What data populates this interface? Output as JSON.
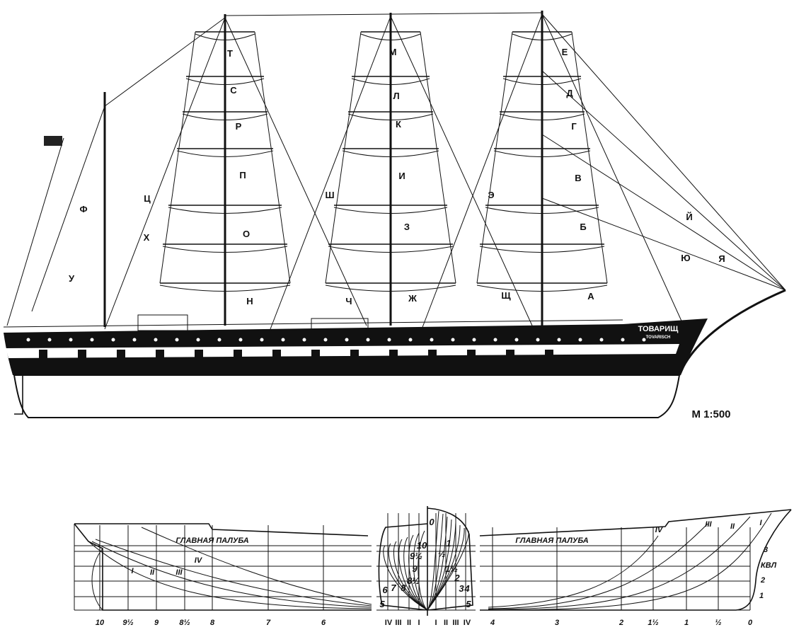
{
  "ship": {
    "name": "ТОВАРИЩ",
    "name_sub": "TOVARISCH",
    "scale": "М 1:500"
  },
  "sails": [
    "Т",
    "С",
    "Р",
    "П",
    "Ц",
    "Х",
    "О",
    "Н",
    "Ф",
    "У",
    "М",
    "Л",
    "К",
    "И",
    "Ш",
    "З",
    "Ч",
    "Ж",
    "Щ",
    "Е",
    "Д",
    "Г",
    "В",
    "Э",
    "Б",
    "Й",
    "Ю",
    "Я",
    "А"
  ],
  "lines_plan": {
    "deck_label_left": "ГЛАВНАЯ ПАЛУБА",
    "deck_label_right": "ГЛАВНАЯ ПАЛУБА",
    "stations_aft": [
      "10",
      "9½",
      "9",
      "8½",
      "8",
      "7",
      "6"
    ],
    "stations_fwd": [
      "4",
      "3",
      "2",
      "1½",
      "1",
      "½",
      "0"
    ],
    "buttocks_aft_body": [
      "IV",
      "III",
      "II",
      "I"
    ],
    "buttocks_fwd_body": [
      "I",
      "II",
      "III",
      "IV"
    ],
    "buttocks_profile_aft": [
      "I",
      "II",
      "III",
      "IV"
    ],
    "buttocks_profile_fwd": [
      "IV",
      "III",
      "II",
      "I"
    ],
    "waterlines": [
      "3",
      "КВЛ",
      "2",
      "1"
    ],
    "body_stations_aft": [
      "10",
      "9½",
      "9",
      "8½",
      "8",
      "7",
      "6",
      "5"
    ],
    "body_stations_fwd": [
      "0",
      "½",
      "1",
      "1½",
      "2",
      "3",
      "4",
      "5"
    ]
  }
}
